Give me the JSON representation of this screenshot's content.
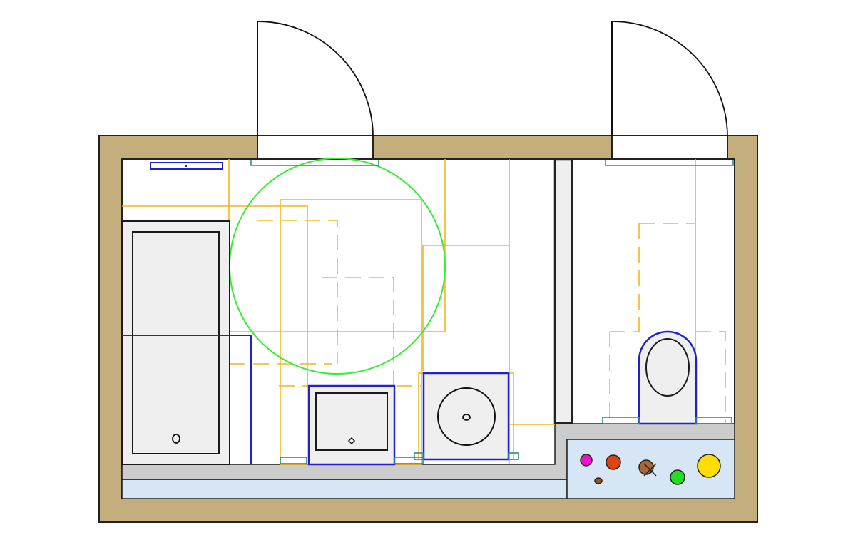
{
  "plan": {
    "rooms": [
      "bathroom",
      "toilet"
    ],
    "fixtures": [
      "bathtub",
      "washbasin",
      "washing-machine",
      "wall-hung-toilet",
      "radiator"
    ],
    "doors": 2,
    "pipes": 6
  },
  "colors": {
    "wall": "#c4ae7e",
    "wall_outline": "#222222",
    "floor": "#ffffff",
    "fixture_fill": "#efefef",
    "fixture_stroke": "#1a1a1a",
    "blue_outline": "#2222cc",
    "dashed_zone": "#f2b51f",
    "clearance_circle": "#33ee33",
    "teal_marker": "#2a8a8a",
    "shelf": "#cccccc",
    "duct": "#d6e6f4",
    "pipe_colors": [
      "#ee11cc",
      "#dd4411",
      "#9b5426",
      "#aa6633",
      "#22dd22",
      "#ffdd00"
    ]
  }
}
